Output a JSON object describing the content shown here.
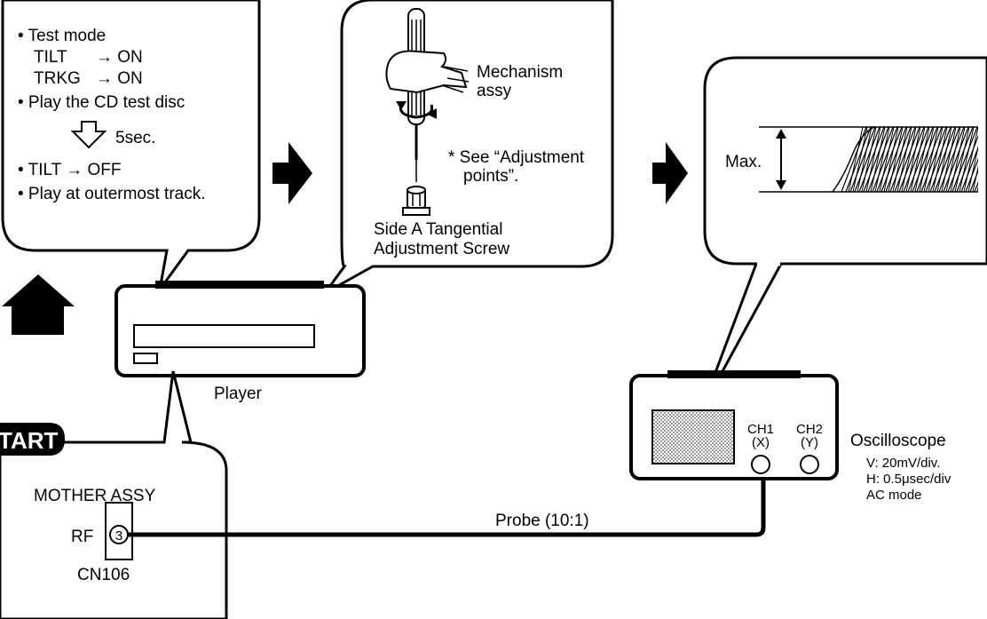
{
  "bubble1": {
    "line1": "• Test mode",
    "tilt": "TILT",
    "tilt_val": "→ ON",
    "trkg": "TRKG",
    "trkg_val": "→ ON",
    "play_disc": "• Play the CD test disc",
    "delay": "5sec.",
    "tilt_off": "• TILT → OFF",
    "play_outer": "• Play at outermost track."
  },
  "bubble2": {
    "mechanism_line1": "Mechanism",
    "mechanism_line2": "assy",
    "see_line1": "* See “Adjustment",
    "see_line2": "points”.",
    "screw_line1": "Side A Tangential",
    "screw_line2": "Adjustment Screw"
  },
  "scope_display": {
    "max_label": "Max."
  },
  "player": {
    "label": "Player"
  },
  "start_badge": {
    "label": "TART"
  },
  "connector": {
    "board": "MOTHER ASSY",
    "signal": "RF",
    "pin": "3",
    "name": "CN106"
  },
  "probe": {
    "label": "Probe (10:1)"
  },
  "oscilloscope": {
    "name": "Oscilloscope",
    "ch1": "CH1",
    "ch1_sub": "(X)",
    "ch2": "CH2",
    "ch2_sub": "(Y)",
    "v_setting": "V: 20mV/div.",
    "h_setting": "H: 0.5μsec/div",
    "mode": "AC mode"
  }
}
